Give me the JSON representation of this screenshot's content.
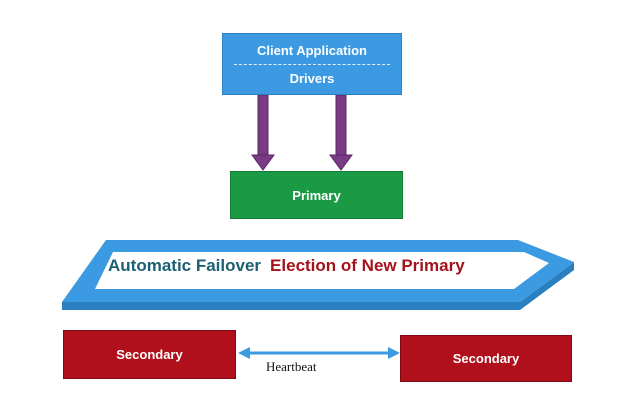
{
  "client_box": {
    "title": "Client Application",
    "subtitle": "Drivers",
    "color": "#3b9ae1"
  },
  "primary_box": {
    "label": "Primary",
    "color": "#1b9a46"
  },
  "banner": {
    "text_failover": "Automatic Failover",
    "text_election": "Election of New Primary",
    "failover_color": "#1d5f73",
    "election_color": "#a4121c",
    "fill_color": "#3b9ae1"
  },
  "secondaries": {
    "left_label": "Secondary",
    "right_label": "Secondary",
    "color": "#b0101c"
  },
  "connector": {
    "heartbeat_label": "Heartbeat",
    "arrow_color": "#3b9ae1"
  },
  "driver_arrows": {
    "color": "#7a3b86"
  }
}
